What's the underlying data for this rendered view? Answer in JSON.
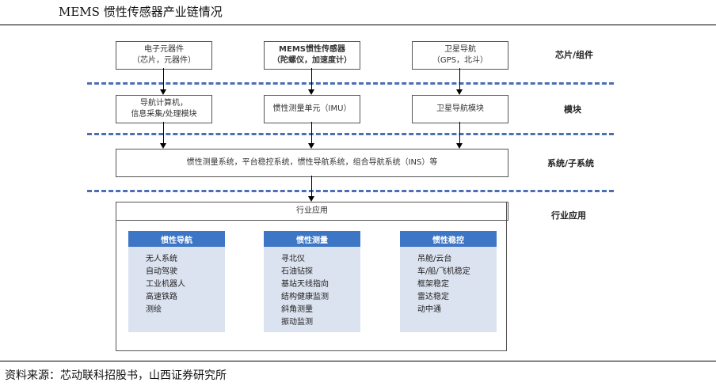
{
  "header": {
    "title": "MEMS 惯性传感器产业链情况"
  },
  "rows": [
    {
      "label": "芯片/组件"
    },
    {
      "label": "模块"
    },
    {
      "label": "系统/子系统"
    },
    {
      "label": "行业应用"
    }
  ],
  "chips": [
    {
      "line1": "电子元器件",
      "line2": "（芯片，元器件）"
    },
    {
      "line1": "MEMS惯性传感器",
      "line2": "（陀螺仪，加速度计）"
    },
    {
      "line1": "卫星导航",
      "line2": "（GPS，北斗）"
    }
  ],
  "modules": [
    {
      "line1": "导航计算机，",
      "line2": "信息采集/处理模块"
    },
    {
      "line1": "惯性测量单元（IMU）"
    },
    {
      "line1": "卫星导航模块"
    }
  ],
  "system": {
    "text": "惯性测量系统，平台稳控系统，惯性导航系统，组合导航系统（INS）等"
  },
  "application": {
    "title": "行业应用",
    "panels": [
      {
        "title": "惯性导航",
        "items": [
          "无人系统",
          "自动驾驶",
          "工业机器人",
          "高速铁路",
          "测绘"
        ]
      },
      {
        "title": "惯性测量",
        "items": [
          "寻北仪",
          "石油钻探",
          "基站天线指向",
          "结构健康监测",
          "斜角测量",
          "振动监测"
        ]
      },
      {
        "title": "惯性稳控",
        "items": [
          "吊舱/云台",
          "车/船/飞机稳定",
          "框架稳定",
          "雷达稳定",
          "动中通"
        ]
      }
    ]
  },
  "footer": {
    "source": "资料来源：芯动联科招股书，山西证券研究所"
  }
}
